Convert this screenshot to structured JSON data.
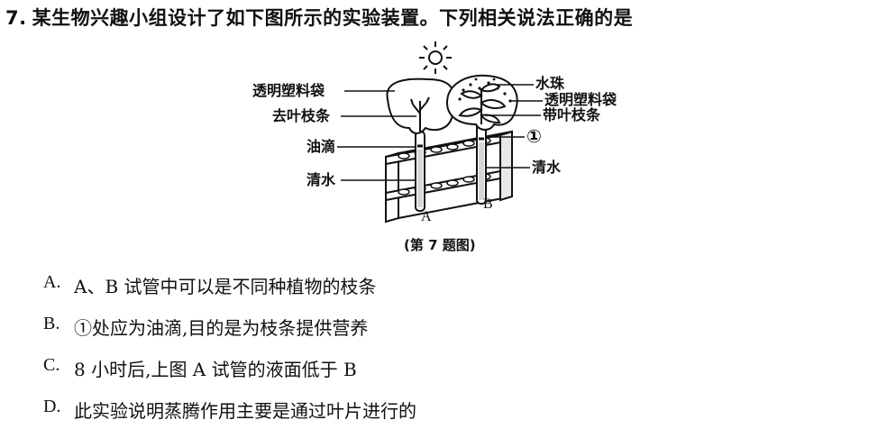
{
  "question": {
    "number": "7.",
    "stem": "某生物兴趣小组设计了如下图所示的实验装置。下列相关说法正确的是"
  },
  "figure": {
    "labels": {
      "bag_left": "透明塑料袋",
      "branch_left": "去叶枝条",
      "oil": "油滴",
      "water_left": "清水",
      "droplets": "水珠",
      "bag_right": "透明塑料袋",
      "branch_right": "带叶枝条",
      "marker": "①",
      "water_right": "清水",
      "tube_a": "A",
      "tube_b": "B"
    },
    "caption": "(第 7 题图)"
  },
  "options": [
    {
      "letter": "A.",
      "text": "A、B 试管中可以是不同种植物的枝条"
    },
    {
      "letter": "B.",
      "text": "①处应为油滴,目的是为枝条提供营养"
    },
    {
      "letter": "C.",
      "text": "8 小时后,上图 A 试管的液面低于 B"
    },
    {
      "letter": "D.",
      "text": "此实验说明蒸腾作用主要是通过叶片进行的"
    }
  ]
}
